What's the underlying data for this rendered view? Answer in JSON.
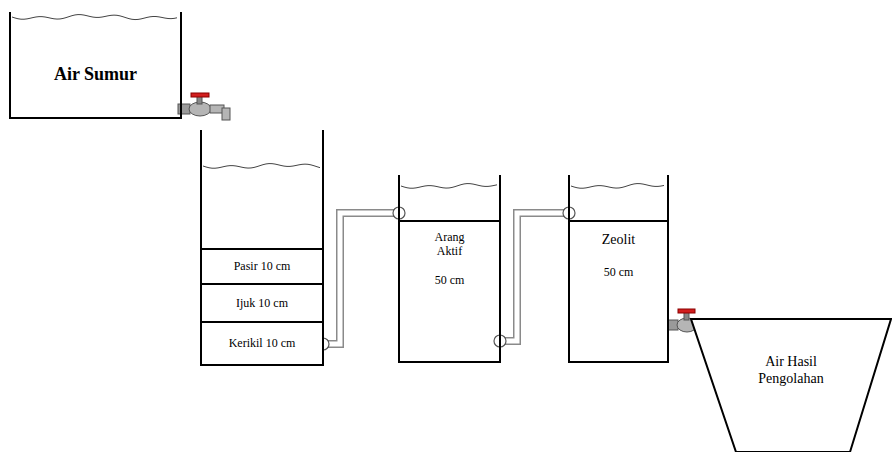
{
  "diagram": {
    "nodes": [
      {
        "text": [
          "Air Sumur"
        ]
      },
      {
        "text": [
          "Pasir 10 cm"
        ]
      },
      {
        "text": [
          "Ijuk 10 cm"
        ]
      },
      {
        "text": [
          "Kerikil 10 cm"
        ]
      },
      {
        "text": [
          "Arang Aktif",
          "50 cm"
        ]
      },
      {
        "text": [
          "Zeolit",
          "50 cm"
        ]
      },
      {
        "text": [
          "Air Hasil Pengolahan"
        ]
      }
    ],
    "edges": [
      {
        "from": 3,
        "to": 4,
        "arrow": "none"
      },
      {
        "from": 4,
        "to": 5,
        "arrow": "none"
      }
    ]
  }
}
